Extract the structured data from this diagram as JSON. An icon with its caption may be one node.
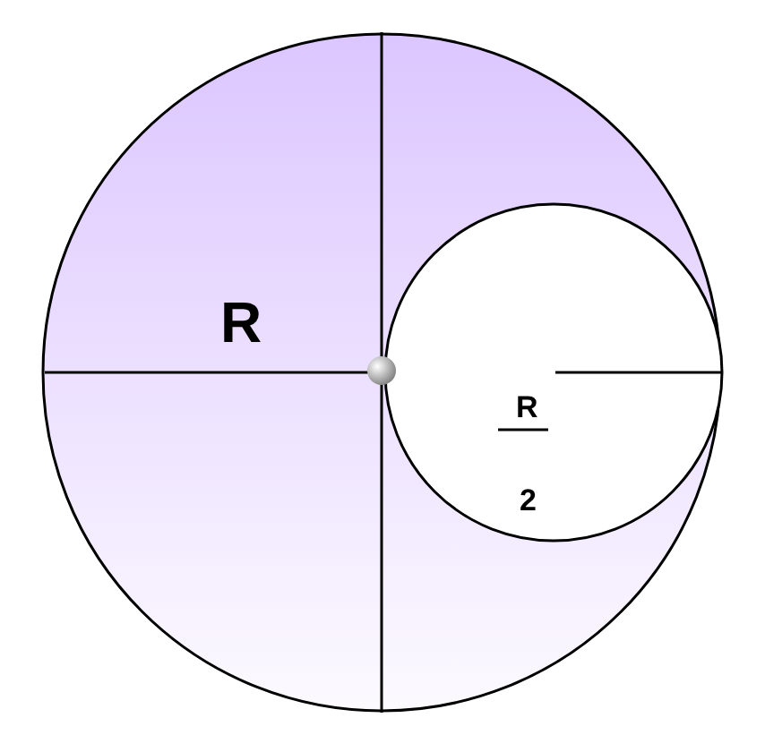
{
  "diagram": {
    "nodes": [
      {
        "text": [
          "R"
        ]
      },
      {
        "text": [
          "R",
          "2"
        ],
        "in": 0
      }
    ]
  }
}
